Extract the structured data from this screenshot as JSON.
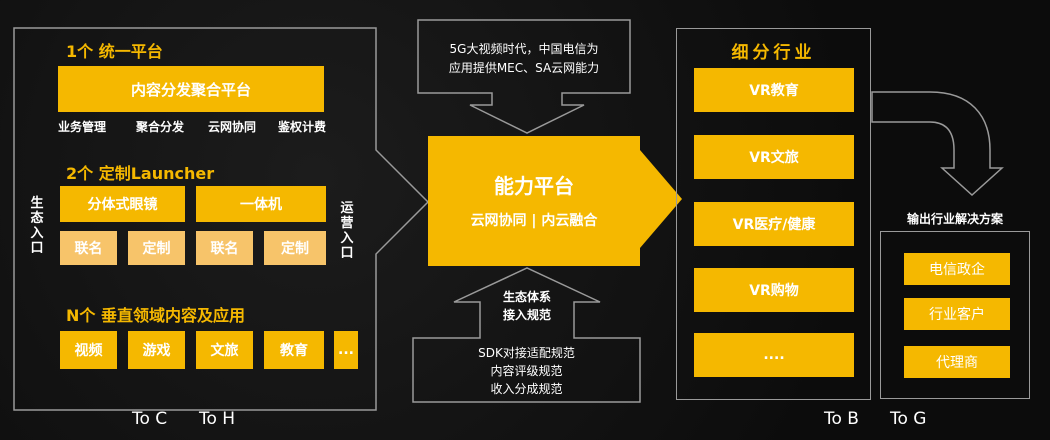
{
  "left": {
    "section1_title": "1个 统一平台",
    "platform_box": "内容分发聚合平台",
    "platform_items": [
      "业务管理",
      "聚合分发",
      "云网协同",
      "鉴权计费"
    ],
    "section2_title": "2个 定制Launcher",
    "launcher_types": [
      "分体式眼镜",
      "一体机"
    ],
    "launcher_options": [
      "联名",
      "定制",
      "联名",
      "定制"
    ],
    "eco_entry": "生态入口",
    "ops_entry": "运营入口",
    "section3_title": "N个 垂直领域内容及应用",
    "verticals": [
      "视频",
      "游戏",
      "文旅",
      "教育",
      "..."
    ]
  },
  "top_note": [
    "5G大视频时代，中国电信为",
    "应用提供MEC、SA云网能力"
  ],
  "capability": {
    "title": "能力平台",
    "subtitle": "云网协同 | 内云融合"
  },
  "eco_spec": {
    "title": [
      "生态体系",
      "接入规范"
    ],
    "items": [
      "SDK对接适配规范",
      "内容评级规范",
      "收入分成规范"
    ]
  },
  "industry": {
    "title": "细分行业",
    "items": [
      "VR教育",
      "VR文旅",
      "VR医疗/健康",
      "VR购物",
      "...."
    ]
  },
  "solutions": {
    "title": "输出行业解决方案",
    "items": [
      "电信政企",
      "行业客户",
      "代理商"
    ]
  },
  "bottom_labels": [
    "To C",
    "To H",
    "To B",
    "To G"
  ],
  "colors": {
    "accent": "#f5b800",
    "light_orange": "#f7c46a",
    "frame": "#9a9a9a"
  }
}
